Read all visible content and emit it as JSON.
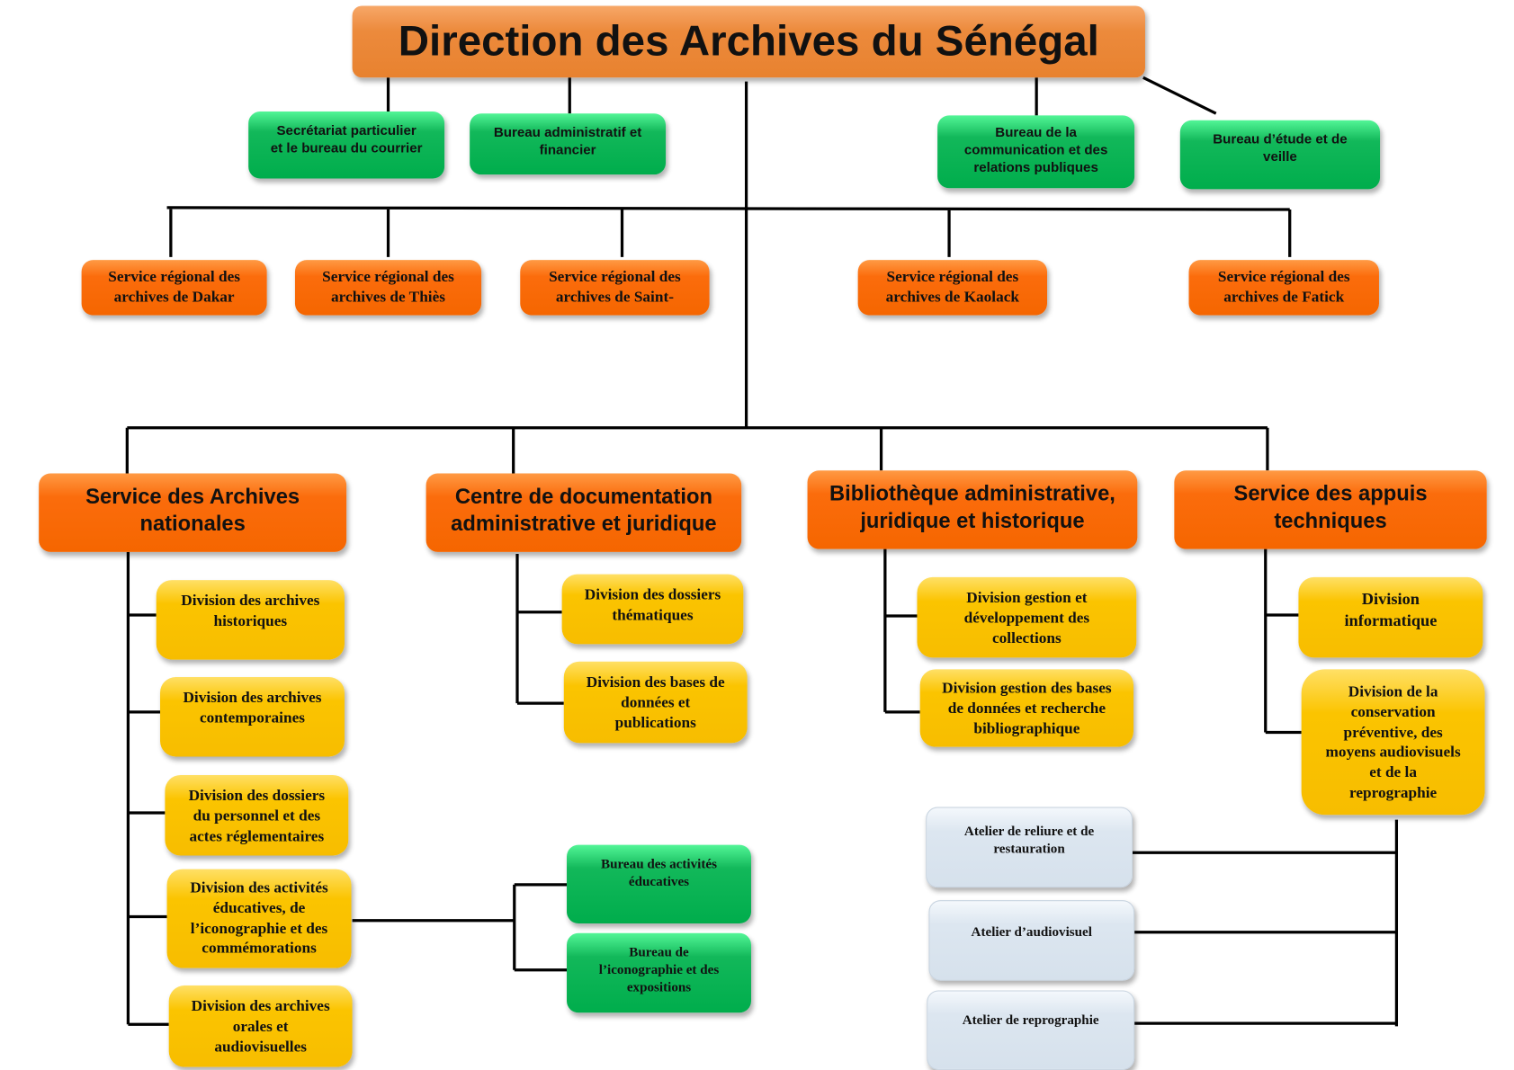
{
  "title": "Direction des Archives du Sénégal",
  "bureaus": [
    "Secrétariat particulier\net le bureau du courrier",
    "Bureau administratif et\nfinancier",
    "Bureau de la\ncommunication et des\nrelations publiques",
    "Bureau d’étude et de\nveille"
  ],
  "regional": [
    "Service régional des\narchives de Dakar",
    "Service régional des\narchives de Thiès",
    "Service régional des\narchives de Saint-",
    "Service régional des\narchives de Kaolack",
    "Service régional des\narchives de Fatick"
  ],
  "services": [
    "Service des Archives\nnationales",
    "Centre de documentation\nadministrative et juridique",
    "Bibliothèque administrative,\njuridique et historique",
    "Service des appuis\ntechniques"
  ],
  "divisions": {
    "archives_nationales": [
      "Division des archives\nhistoriques",
      "Division des archives\ncontemporaines",
      "Division des dossiers\ndu personnel et des\nactes réglementaires",
      "Division des activités\néducatives, de\nl’iconographie et des\ncommémorations",
      "Division des archives\norales et\naudiovisuelles"
    ],
    "centre_documentation": [
      "Division des dossiers\nthématiques",
      "Division des bases de\ndonnées et\npublications"
    ],
    "bibliotheque": [
      "Division gestion et\ndéveloppement des\ncollections",
      "Division gestion des bases\nde données et recherche\nbibliographique"
    ],
    "appuis_techniques": [
      "Division\ninformatique",
      "Division de la\nconservation\npréventive, des\nmoyens audiovisuels\net de la\nreprographie"
    ]
  },
  "sub_bureaus": [
    "Bureau des activités\néducatives",
    "Bureau de\nl’iconographie et des\nexpositions"
  ],
  "ateliers": [
    "Atelier de reliure et de\nrestauration",
    "Atelier d’audiovisuel",
    "Atelier de reprographie"
  ]
}
